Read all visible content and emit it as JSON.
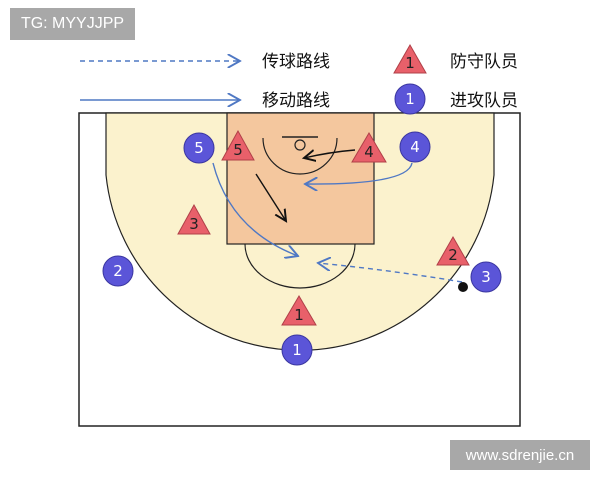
{
  "watermarks": {
    "top": "TG: MYYJJPP",
    "bottom": "www.sdrenjie.cn"
  },
  "legend": {
    "pass_route": "传球路线",
    "move_route": "移动路线",
    "defender": "防守队员",
    "defender_symbol": "1",
    "attacker": "进攻队员",
    "attacker_symbol": "1"
  },
  "colors": {
    "court_fill": "#fbf2cd",
    "key_fill": "#f4c79e",
    "line": "#222222",
    "attacker_fill": "#5b55d8",
    "defender_fill": "#e8606a",
    "arrow_blue": "#4f78c4",
    "ball": "#111111"
  },
  "attackers": [
    {
      "label": "5",
      "icon": "attacker-circle"
    },
    {
      "label": "4",
      "icon": "attacker-circle"
    },
    {
      "label": "2",
      "icon": "attacker-circle"
    },
    {
      "label": "3",
      "icon": "attacker-circle"
    },
    {
      "label": "1",
      "icon": "attacker-circle"
    }
  ],
  "defenders": [
    {
      "label": "5",
      "icon": "defender-triangle"
    },
    {
      "label": "4",
      "icon": "defender-triangle"
    },
    {
      "label": "3",
      "icon": "defender-triangle"
    },
    {
      "label": "2",
      "icon": "defender-triangle"
    },
    {
      "label": "1",
      "icon": "defender-triangle"
    }
  ]
}
